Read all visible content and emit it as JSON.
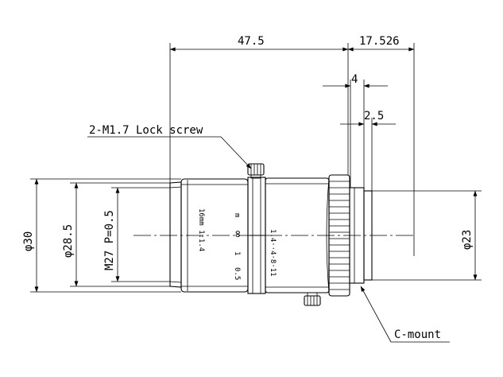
{
  "dimensions": {
    "overall_length": "47.5",
    "flange_back": "17.526",
    "mount_depth": "4",
    "mount_step": "2.5",
    "lock_screw": "2-M1.7 Lock screw",
    "outer_diameter": "φ30",
    "barrel_diameter": "φ28.5",
    "filter_thread": "M27 P=0.5",
    "mount_diameter": "φ23",
    "mount_type": "C-mount"
  },
  "engravings": {
    "focal": "16mm 1:1.4",
    "distance_inf": "∞",
    "distance_m": "m",
    "distance_1": "1",
    "distance_05": "0.5",
    "aperture": "1.4··4·8·11"
  }
}
